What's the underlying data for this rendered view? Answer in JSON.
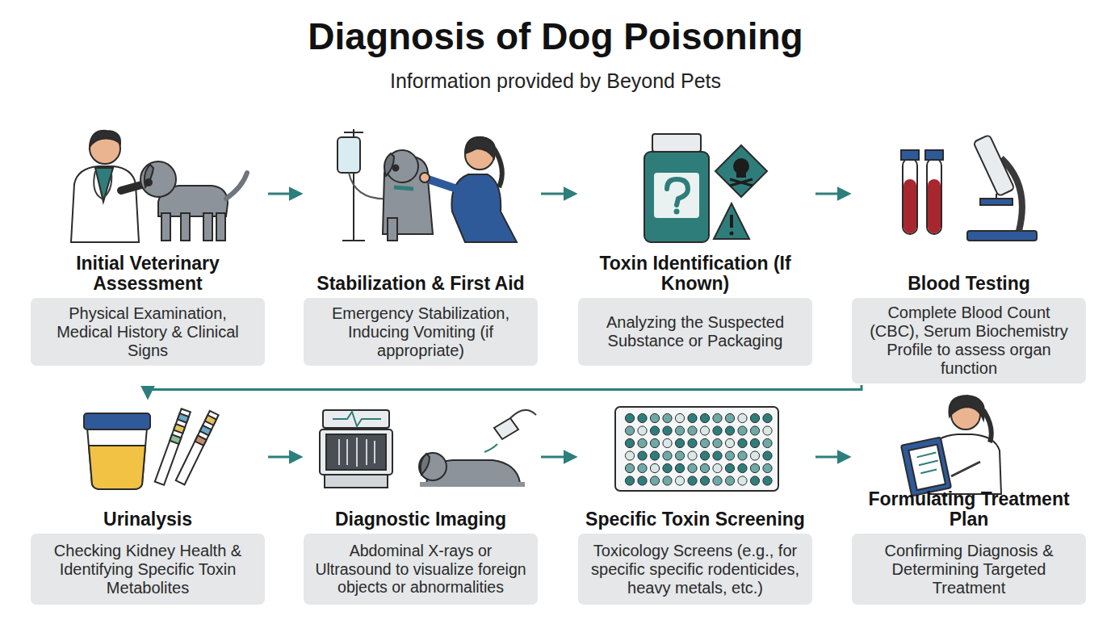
{
  "diagram": {
    "title": "Diagnosis of Dog Poisoning",
    "nodes": [
      {
        "text": [
          "Initial Veterinary Assessment",
          "Physical Examination, Medical History & Clinical Signs"
        ]
      },
      {
        "text": [
          "Stabilization & First Aid",
          "Emergency Stabilization, Inducing Vomiting (if appropriate)"
        ]
      },
      {
        "text": [
          "Toxin Identification (If Known)",
          "Analyzing the Suspected Substance or Packaging"
        ]
      },
      {
        "text": [
          "Blood Testing",
          "Complete Blood Count (CBC), Serum Biochemistry Profile to assess organ function"
        ]
      },
      {
        "text": [
          "Urinalysis",
          "Checking Kidney Health & Identifying Specific Toxin Metabolites"
        ]
      },
      {
        "text": [
          "Diagnostic Imaging",
          "Abdominal X-rays or Ultrasound to visualize foreign objects or abnormalities"
        ]
      },
      {
        "text": [
          "Specific Toxin Screening",
          "Toxicology Screens (e.g., for specific specific rodenticides, heavy metals, etc.)"
        ]
      },
      {
        "text": [
          "Formulating Treatment Plan",
          "Confirming Diagnosis & Determining Targeted Treatment"
        ]
      }
    ],
    "edges": [
      {
        "from": 0,
        "to": 1,
        "arrow": "to"
      },
      {
        "from": 1,
        "to": 2,
        "arrow": "to"
      },
      {
        "from": 2,
        "to": 3,
        "arrow": "to"
      },
      {
        "from": 3,
        "to": 4,
        "arrow": "to"
      },
      {
        "from": 4,
        "to": 5,
        "arrow": "to"
      },
      {
        "from": 5,
        "to": 6,
        "arrow": "to"
      },
      {
        "from": 6,
        "to": 7,
        "arrow": "to"
      }
    ],
    "labels": [
      "Information provided by Beyond Pets"
    ]
  }
}
